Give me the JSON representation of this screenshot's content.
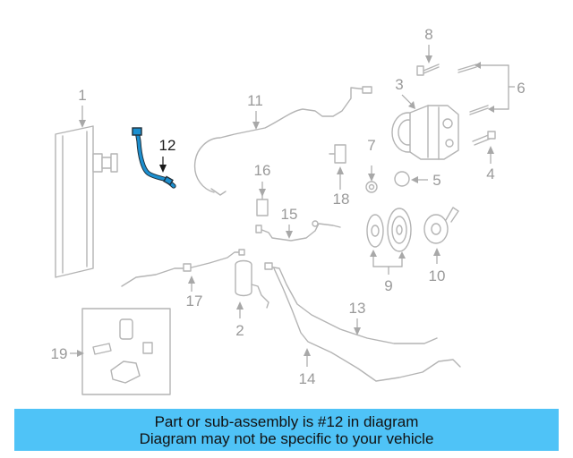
{
  "callouts": {
    "c1": "1",
    "c2": "2",
    "c3": "3",
    "c4": "4",
    "c5": "5",
    "c6": "6",
    "c7": "7",
    "c8": "8",
    "c9": "9",
    "c10": "10",
    "c11": "11",
    "c12": "12",
    "c13": "13",
    "c14": "14",
    "c15": "15",
    "c16": "16",
    "c17": "17",
    "c18": "18",
    "c19": "19"
  },
  "highlighted_part": "12",
  "colors": {
    "highlight": "#1c8fcf",
    "banner_background": "#4fc3f7",
    "part_lines": "#b4b4b4",
    "callout_text": "#9a9a9a"
  },
  "banner": {
    "line1": "Part or sub-assembly is #12 in diagram",
    "line2": "Diagram may not be specific to your vehicle"
  }
}
